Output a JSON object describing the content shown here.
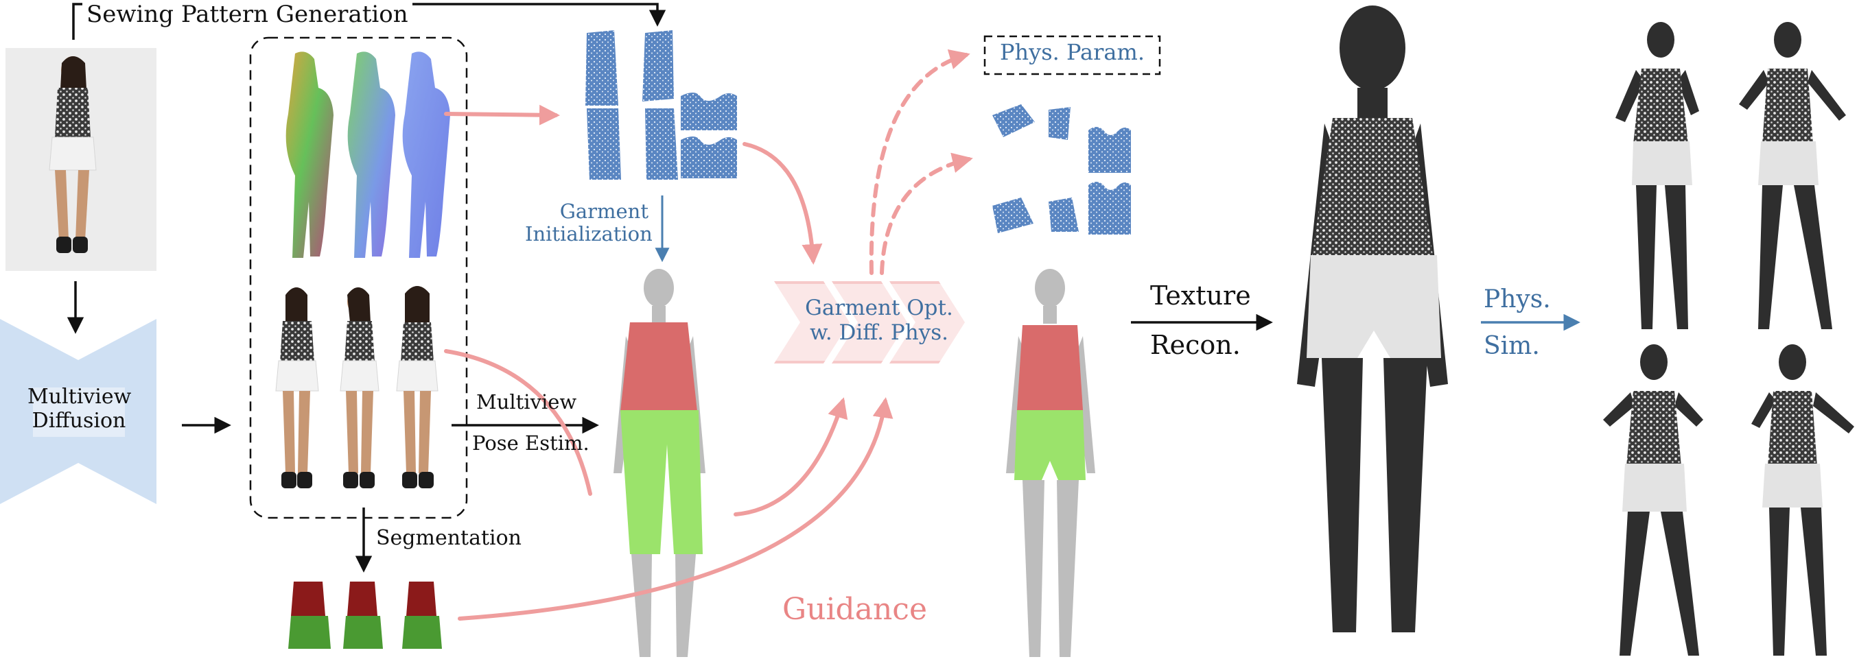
{
  "labels": {
    "sewing_pattern_generation": "Sewing Pattern Generation",
    "multiview_diffusion_line1": "Multiview",
    "multiview_diffusion_line2": "Diffusion",
    "segmentation": "Segmentation",
    "garment_init_line1": "Garment",
    "garment_init_line2": "Initialization",
    "multiview_pose_line1": "Multiview",
    "multiview_pose_line2": "Pose Estim.",
    "garment_opt_line1": "Garment Opt.",
    "garment_opt_line2": "w. Diff. Phys.",
    "phys_param": "Phys. Param.",
    "guidance": "Guidance",
    "texture_recon_line1": "Texture",
    "texture_recon_line2": "Recon.",
    "phys_sim_line1": "Phys.",
    "phys_sim_line2": "Sim."
  },
  "colors": {
    "arrow_black": "#111111",
    "arrow_blue": "#4a7fb0",
    "arrow_pink": "#ef9d9d",
    "text_blue": "#3f6fa0",
    "text_pink": "#e98585",
    "diffusion_fill": "#cfe0f3",
    "pattern_fill": "#4a78b8",
    "garment_top": "#d96b6b",
    "garment_bottom": "#9be36b",
    "mannequin": "#bdbdbd",
    "dark_mannequin": "#2e2e2e",
    "shorts": "#e3e3e3",
    "seg_red": "#8b1a1a",
    "seg_green": "#4a9a32",
    "skin": "#c79773"
  }
}
